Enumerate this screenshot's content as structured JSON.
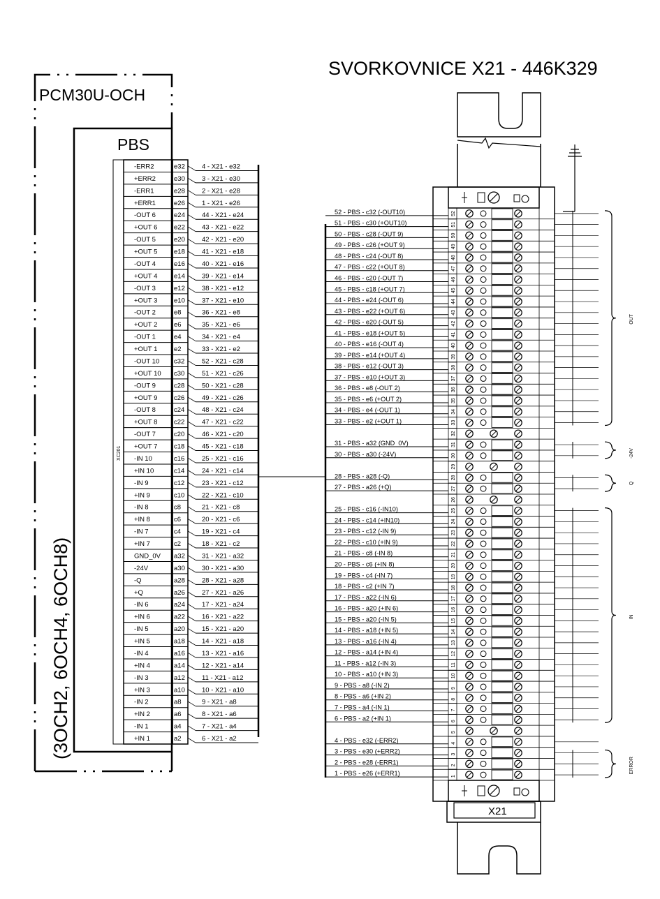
{
  "header": {
    "title": "SVORKOVNICE X21 - 446K329",
    "module": "PCM30U-OCH",
    "board": "PBS",
    "connector": "XC201",
    "variants": "(3OCH2, 6OCH4, 6OCH8)",
    "terminal_block": "X21"
  },
  "groups": [
    {
      "label": "OUT",
      "from": 33,
      "to": 52
    },
    {
      "label": "-24V",
      "from": 30,
      "to": 31
    },
    {
      "label": "Q",
      "from": 27,
      "to": 28
    },
    {
      "label": "IN",
      "from": 6,
      "to": 25
    },
    {
      "label": "ERROR",
      "from": 1,
      "to": 3
    }
  ],
  "pbs_rows": [
    {
      "signal": "-ERR2",
      "pin": "e32",
      "link": "4 - X21 - e32"
    },
    {
      "signal": "+ERR2",
      "pin": "e30",
      "link": "3 - X21 - e30"
    },
    {
      "signal": "-ERR1",
      "pin": "e28",
      "link": "2 - X21 - e28"
    },
    {
      "signal": "+ERR1",
      "pin": "e26",
      "link": "1 - X21 - e26"
    },
    {
      "signal": "-OUT  6",
      "pin": "e24",
      "link": "44 - X21 - e24"
    },
    {
      "signal": "+OUT  6",
      "pin": "e22",
      "link": "43 - X21 - e22"
    },
    {
      "signal": "-OUT  5",
      "pin": "e20",
      "link": "42 - X21 - e20"
    },
    {
      "signal": "+OUT  5",
      "pin": "e18",
      "link": "41 - X21 - e18"
    },
    {
      "signal": "-OUT  4",
      "pin": "e16",
      "link": "40 - X21 - e16"
    },
    {
      "signal": "+OUT  4",
      "pin": "e14",
      "link": "39 - X21 - e14"
    },
    {
      "signal": "-OUT  3",
      "pin": "e12",
      "link": "38 - X21 - e12"
    },
    {
      "signal": "+OUT  3",
      "pin": "e10",
      "link": "37 - X21 - e10"
    },
    {
      "signal": "-OUT  2",
      "pin": "e8",
      "link": "36 - X21 - e8"
    },
    {
      "signal": "+OUT  2",
      "pin": "e6",
      "link": "35 - X21 - e6"
    },
    {
      "signal": "-OUT  1",
      "pin": "e4",
      "link": "34 - X21 - e4"
    },
    {
      "signal": "+OUT  1",
      "pin": "e2",
      "link": "33 - X21 - e2"
    },
    {
      "signal": "-OUT  10",
      "pin": "c32",
      "link": "52 - X21 - c28"
    },
    {
      "signal": "+OUT  10",
      "pin": "c30",
      "link": "51 - X21 - c26"
    },
    {
      "signal": "-OUT  9",
      "pin": "c28",
      "link": "50 - X21 - c28"
    },
    {
      "signal": "+OUT  9",
      "pin": "c26",
      "link": "49 - X21 - c26"
    },
    {
      "signal": "-OUT  8",
      "pin": "c24",
      "link": "48 - X21 - c24"
    },
    {
      "signal": "+OUT  8",
      "pin": "c22",
      "link": "47 - X21 - c22"
    },
    {
      "signal": "-OUT  7",
      "pin": "c20",
      "link": "46 - X21 - c20"
    },
    {
      "signal": "+OUT  7",
      "pin": "c18",
      "link": "45 - X21 - c18"
    },
    {
      "signal": "-IN  10",
      "pin": "c16",
      "link": "25 - X21 - c16"
    },
    {
      "signal": "+IN  10",
      "pin": "c14",
      "link": "24 - X21 - c14"
    },
    {
      "signal": "-IN  9",
      "pin": "c12",
      "link": "23 - X21 - c12"
    },
    {
      "signal": "+IN  9",
      "pin": "c10",
      "link": "22 - X21 - c10"
    },
    {
      "signal": "-IN  8",
      "pin": "c8",
      "link": "21 - X21 - c8"
    },
    {
      "signal": "+IN  8",
      "pin": "c6",
      "link": "20 - X21 - c6"
    },
    {
      "signal": "-IN  7",
      "pin": "c4",
      "link": "19 - X21 - c4"
    },
    {
      "signal": "+IN  7",
      "pin": "c2",
      "link": "18 - X21 - c2"
    },
    {
      "signal": "GND_0V",
      "pin": "a32",
      "link": "31 - X21 - a32"
    },
    {
      "signal": "-24V",
      "pin": "a30",
      "link": "30 - X21 - a30"
    },
    {
      "signal": "-Q",
      "pin": "a28",
      "link": "28 - X21 - a28"
    },
    {
      "signal": "+Q",
      "pin": "a26",
      "link": "27 - X21 - a26"
    },
    {
      "signal": "-IN  6",
      "pin": "a24",
      "link": "17 - X21 - a24"
    },
    {
      "signal": "+IN  6",
      "pin": "a22",
      "link": "16 - X21 - a22"
    },
    {
      "signal": "-IN  5",
      "pin": "a20",
      "link": "15 - X21 - a20"
    },
    {
      "signal": "+IN  5",
      "pin": "a18",
      "link": "14 - X21 - a18"
    },
    {
      "signal": "-IN  4",
      "pin": "a16",
      "link": "13 - X21 - a16"
    },
    {
      "signal": "+IN  4",
      "pin": "a14",
      "link": "12 - X21 - a14"
    },
    {
      "signal": "-IN  3",
      "pin": "a12",
      "link": "11 - X21 - a12"
    },
    {
      "signal": "+IN  3",
      "pin": "a10",
      "link": "10 - X21 - a10"
    },
    {
      "signal": "-IN  2",
      "pin": "a8",
      "link": "9 - X21 - a8"
    },
    {
      "signal": "+IN  2",
      "pin": "a6",
      "link": "8 - X21 - a6"
    },
    {
      "signal": "-IN  1",
      "pin": "a4",
      "link": "7 - X21 - a4"
    },
    {
      "signal": "+IN  1",
      "pin": "a2",
      "link": "6 - X21 - a2"
    }
  ],
  "terminals": [
    {
      "n": 52,
      "label": "52 - PBS - c32 (-OUT10)"
    },
    {
      "n": 51,
      "label": "51 - PBS - c30 (+OUT10)"
    },
    {
      "n": 50,
      "label": "50 - PBS - c28 (-OUT 9)"
    },
    {
      "n": 49,
      "label": "49 - PBS - c26 (+OUT 9)"
    },
    {
      "n": 48,
      "label": "48 - PBS - c24 (-OUT 8)"
    },
    {
      "n": 47,
      "label": "47 - PBS - c22 (+OUT 8)"
    },
    {
      "n": 46,
      "label": "46 - PBS - c20 (-OUT 7)"
    },
    {
      "n": 45,
      "label": "45 - PBS - c18 (+OUT 7)"
    },
    {
      "n": 44,
      "label": "44 - PBS - e24 (-OUT 6)"
    },
    {
      "n": 43,
      "label": "43 - PBS - e22 (+OUT 6)"
    },
    {
      "n": 42,
      "label": "42 - PBS - e20 (-OUT 5)"
    },
    {
      "n": 41,
      "label": "41 - PBS - e18 (+OUT 5)"
    },
    {
      "n": 40,
      "label": "40 - PBS - e16 (-OUT 4)"
    },
    {
      "n": 39,
      "label": "39 - PBS - e14 (+OUT 4)"
    },
    {
      "n": 38,
      "label": "38 - PBS - e12 (-OUT 3)"
    },
    {
      "n": 37,
      "label": "37 - PBS - e10 (+OUT 3)"
    },
    {
      "n": 36,
      "label": "36 - PBS -  e8 (-OUT 2)"
    },
    {
      "n": 35,
      "label": "35 - PBS -  e6 (+OUT 2)"
    },
    {
      "n": 34,
      "label": "34 - PBS -  e4 (-OUT 1)"
    },
    {
      "n": 33,
      "label": "33 - PBS -  e2 (+OUT 1)"
    },
    {
      "n": 32,
      "label": ""
    },
    {
      "n": 31,
      "label": "31 - PBS - a32 (GND_0V)"
    },
    {
      "n": 30,
      "label": "30 - PBS - a30 (-24V)"
    },
    {
      "n": 29,
      "label": ""
    },
    {
      "n": 28,
      "label": "28 - PBS - a28 (-Q)"
    },
    {
      "n": 27,
      "label": "27 - PBS - a26 (+Q)"
    },
    {
      "n": 26,
      "label": ""
    },
    {
      "n": 25,
      "label": "25 - PBS - c16 (-IN10)"
    },
    {
      "n": 24,
      "label": "24 - PBS - c14 (+IN10)"
    },
    {
      "n": 23,
      "label": "23 - PBS - c12 (-IN 9)"
    },
    {
      "n": 22,
      "label": "22 - PBS - c10 (+IN 9)"
    },
    {
      "n": 21,
      "label": "21 - PBS -  c8 (-IN 8)"
    },
    {
      "n": 20,
      "label": "20 - PBS -  c6 (+IN 8)"
    },
    {
      "n": 19,
      "label": "19 - PBS -  c4 (-IN 7)"
    },
    {
      "n": 18,
      "label": "18 - PBS -  c2 (+IN 7)"
    },
    {
      "n": 17,
      "label": "17 - PBS - a22 (-IN 6)"
    },
    {
      "n": 16,
      "label": "16 - PBS - a20 (+IN 6)"
    },
    {
      "n": 15,
      "label": "15 - PBS - a20 (-IN 5)"
    },
    {
      "n": 14,
      "label": "14 - PBS - a18 (+IN 5)"
    },
    {
      "n": 13,
      "label": "13 - PBS - a16 (-IN 4)"
    },
    {
      "n": 12,
      "label": "12 - PBS - a14 (+IN 4)"
    },
    {
      "n": 11,
      "label": "11 - PBS - a12 (-IN 3)"
    },
    {
      "n": 10,
      "label": "10 - PBS - a10 (+IN 3)"
    },
    {
      "n": 9,
      "label": "9 - PBS -  a8 (-IN 2)"
    },
    {
      "n": 8,
      "label": "8 - PBS -  a6 (+IN 2)"
    },
    {
      "n": 7,
      "label": "7 - PBS -  a4 (-IN 1)"
    },
    {
      "n": 6,
      "label": "6 - PBS -  a2 (+IN 1)"
    },
    {
      "n": 5,
      "label": ""
    },
    {
      "n": 4,
      "label": "4 - PBS - e32 (-ERR2)"
    },
    {
      "n": 3,
      "label": "3 - PBS - e30 (+ERR2)"
    },
    {
      "n": 2,
      "label": "2 - PBS - e28 (-ERR1)"
    },
    {
      "n": 1,
      "label": "1 - PBS - e26 (+ERR1)"
    }
  ]
}
